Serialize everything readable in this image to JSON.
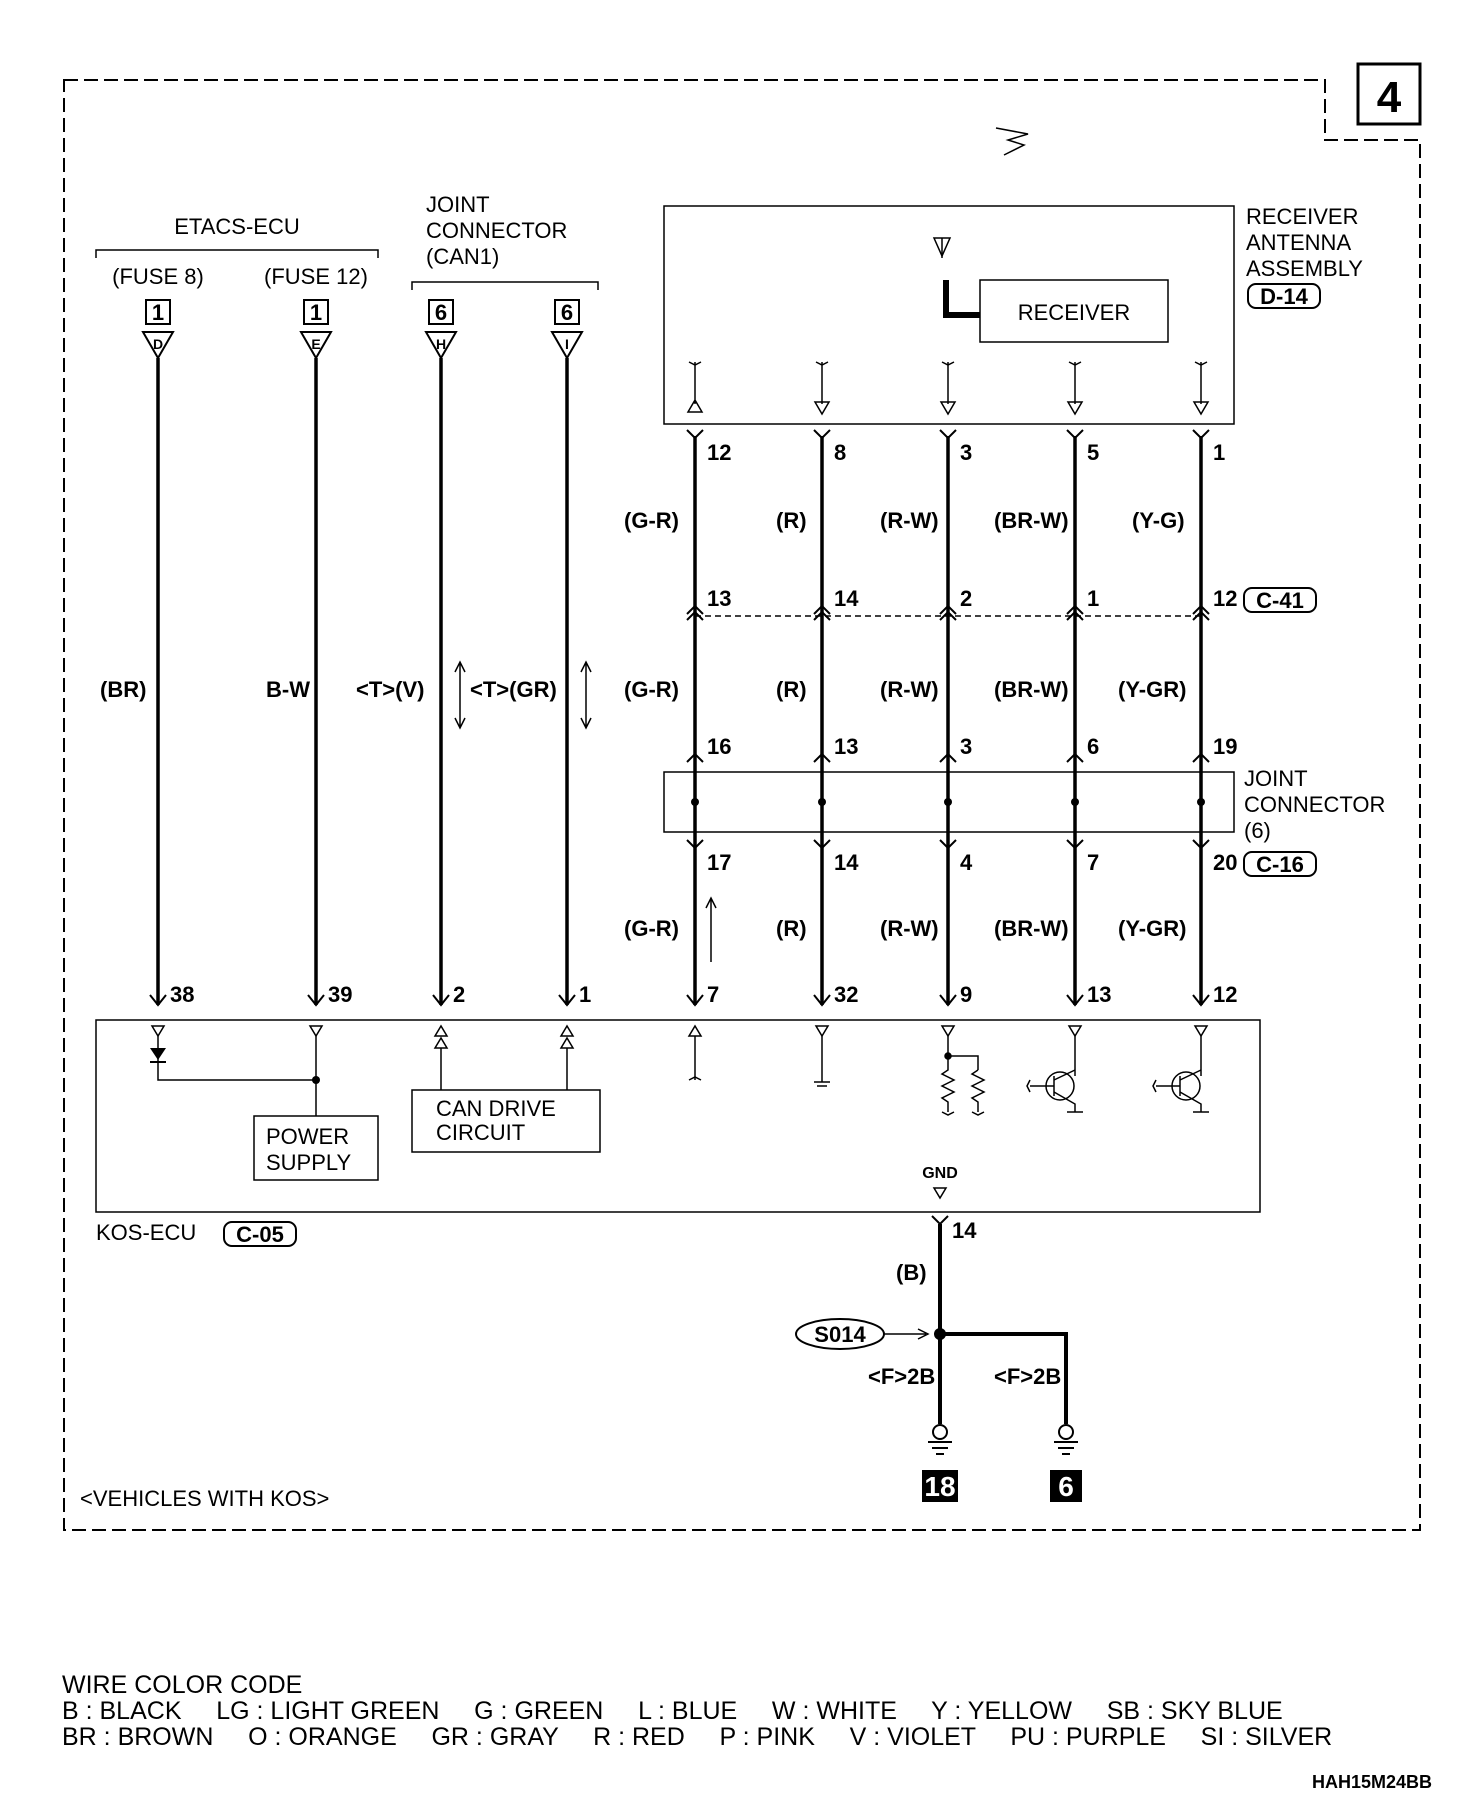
{
  "page_number": "4",
  "scope_note": "<VEHICLES WITH KOS>",
  "components": {
    "etacs": "ETACS-ECU",
    "fuse8": "(FUSE 8)",
    "fuse12": "(FUSE 12)",
    "joint_can1": [
      "JOINT",
      "CONNECTOR",
      "(CAN1)"
    ],
    "receiver_assembly": [
      "RECEIVER",
      "ANTENNA",
      "ASSEMBLY"
    ],
    "receiver_assembly_code": "D-14",
    "receiver": "RECEIVER",
    "joint6": [
      "JOINT",
      "CONNECTOR",
      "(6)"
    ],
    "joint6_code": "C-16",
    "c41_code": "C-41",
    "kos_ecu": "KOS-ECU",
    "kos_ecu_code": "C-05",
    "power_supply": [
      "POWER",
      "SUPPLY"
    ],
    "can_drive": [
      "CAN DRIVE",
      "CIRCUIT"
    ],
    "gnd": "GND",
    "splice": "S014"
  },
  "connector_boxes": [
    "1",
    "1",
    "6",
    "6"
  ],
  "connector_letters": [
    "D",
    "E",
    "H",
    "I"
  ],
  "left_wires": {
    "colors": [
      "(BR)",
      "B-W",
      "<T>(V)",
      "<T>(GR)"
    ],
    "kos_pins": [
      "38",
      "39",
      "2",
      "1"
    ]
  },
  "right_wires": {
    "receiver_pins": [
      "12",
      "8",
      "3",
      "5",
      "1"
    ],
    "colors_top": [
      "(G-R)",
      "(R)",
      "(R-W)",
      "(BR-W)",
      "(Y-G)"
    ],
    "c41_upper_pins": [
      "13",
      "14",
      "2",
      "1",
      "12"
    ],
    "colors_mid": [
      "(G-R)",
      "(R)",
      "(R-W)",
      "(BR-W)",
      "(Y-GR)"
    ],
    "joint6_upper_pins": [
      "16",
      "13",
      "3",
      "6",
      "19"
    ],
    "joint6_lower_pins": [
      "17",
      "14",
      "4",
      "7",
      "20"
    ],
    "colors_low": [
      "(G-R)",
      "(R)",
      "(R-W)",
      "(BR-W)",
      "(Y-GR)"
    ],
    "kos_pins": [
      "7",
      "32",
      "9",
      "13",
      "12"
    ]
  },
  "ground": {
    "kos_gnd_pin": "14",
    "color": "(B)",
    "refs": [
      "<F>2B",
      "<F>2B"
    ],
    "points": [
      "18",
      "6"
    ]
  },
  "wire_color_code": {
    "title": "WIRE COLOR CODE",
    "line1": "B : BLACK     LG : LIGHT GREEN     G : GREEN     L : BLUE     W : WHITE     Y : YELLOW     SB : SKY BLUE",
    "line2": "BR : BROWN     O : ORANGE     GR : GRAY     R : RED     P : PINK     V : VIOLET     PU : PURPLE     SI : SILVER"
  },
  "figure_id": "HAH15M24BB"
}
